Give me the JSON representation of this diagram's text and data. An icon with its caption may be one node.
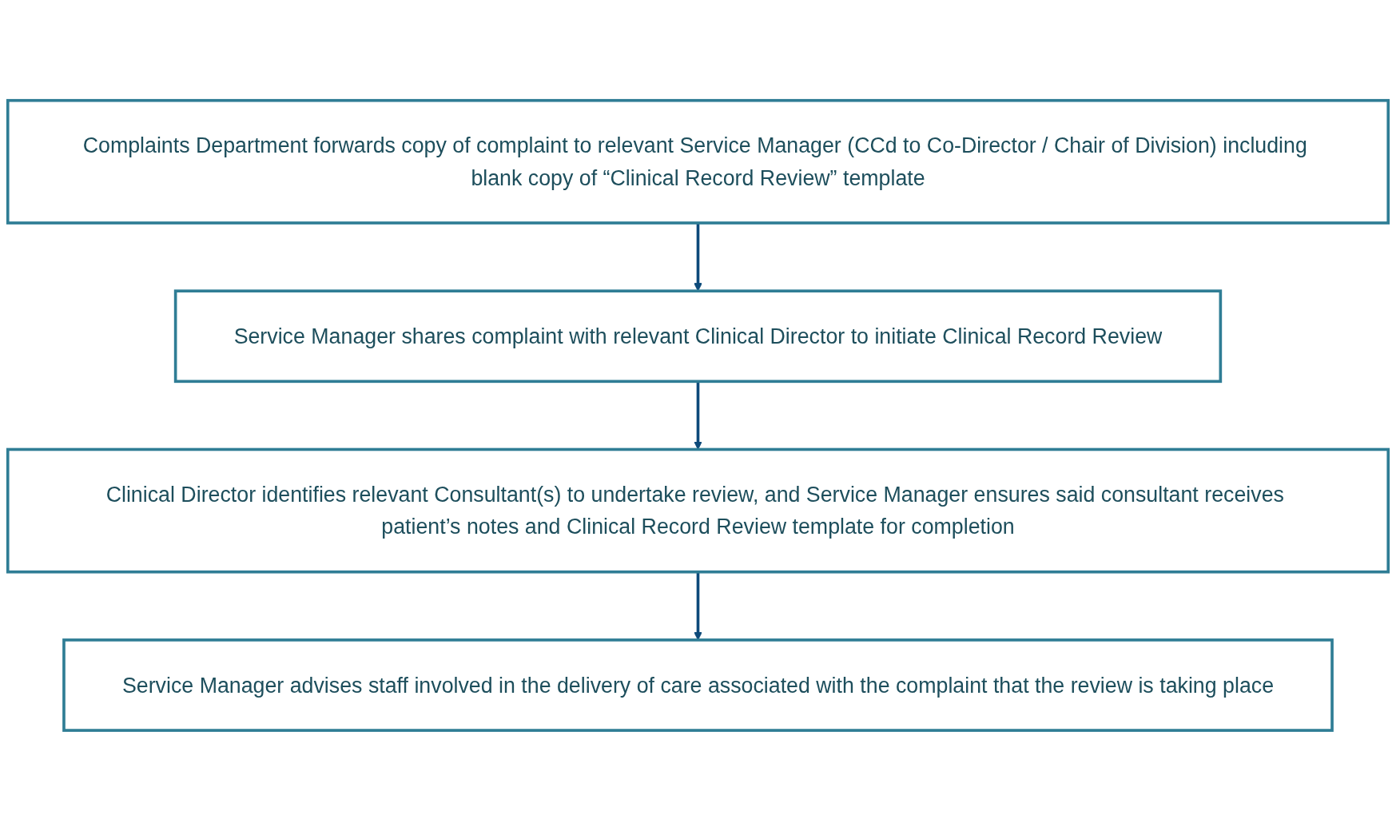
{
  "diagram": {
    "nodes": [
      {
        "text": [
          "Complaints Department forwards copy of complaint to relevant Service Manager (CCd to Co-Director / Chair of Division) including blank copy of “Clinical Record Review” template"
        ]
      },
      {
        "text": [
          "Service Manager shares complaint with relevant Clinical Director to initiate Clinical Record Review"
        ]
      },
      {
        "text": [
          "Clinical Director identifies relevant Consultant(s) to undertake review, and Service Manager ensures said consultant receives patient’s notes and Clinical Record Review template for completion"
        ]
      },
      {
        "text": [
          "Service Manager advises staff involved in the delivery of care associated with the complaint that the review is taking place"
        ]
      }
    ],
    "edges": [
      {
        "from": 0,
        "to": 1,
        "arrow": "to"
      },
      {
        "from": 1,
        "to": 2,
        "arrow": "to"
      },
      {
        "from": 2,
        "to": 3,
        "arrow": "to"
      }
    ]
  }
}
